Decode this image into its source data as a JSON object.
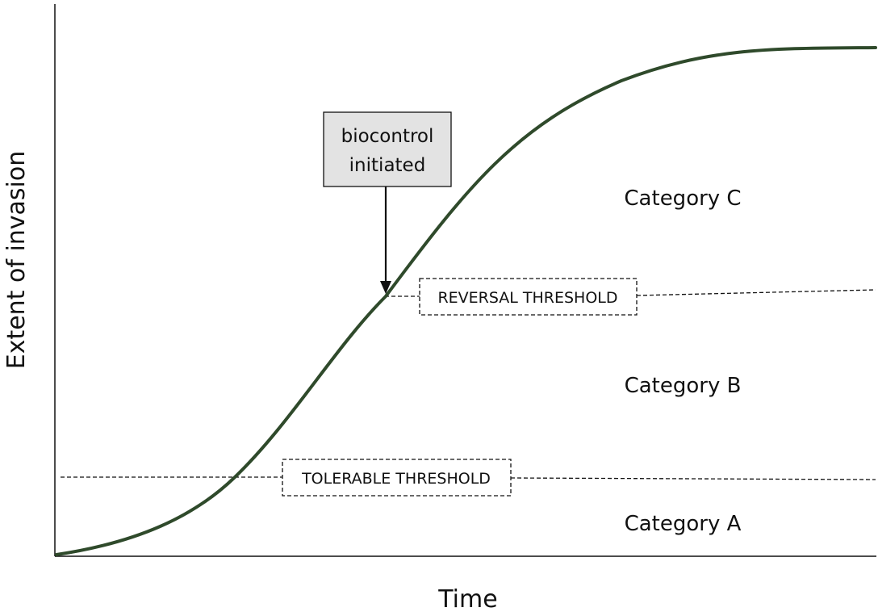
{
  "axes": {
    "x_label": "Time",
    "y_label": "Extent of invasion"
  },
  "thresholds": {
    "tolerable": "TOLERABLE THRESHOLD",
    "reversal": "REVERSAL THRESHOLD"
  },
  "categories": {
    "a": "Category A",
    "b": "Category B",
    "c": "Category C"
  },
  "callout": {
    "line1": "biocontrol",
    "line2": "initiated"
  },
  "colors": {
    "curve": "#2f4a2b",
    "callout_fill": "#e3e3e3"
  }
}
